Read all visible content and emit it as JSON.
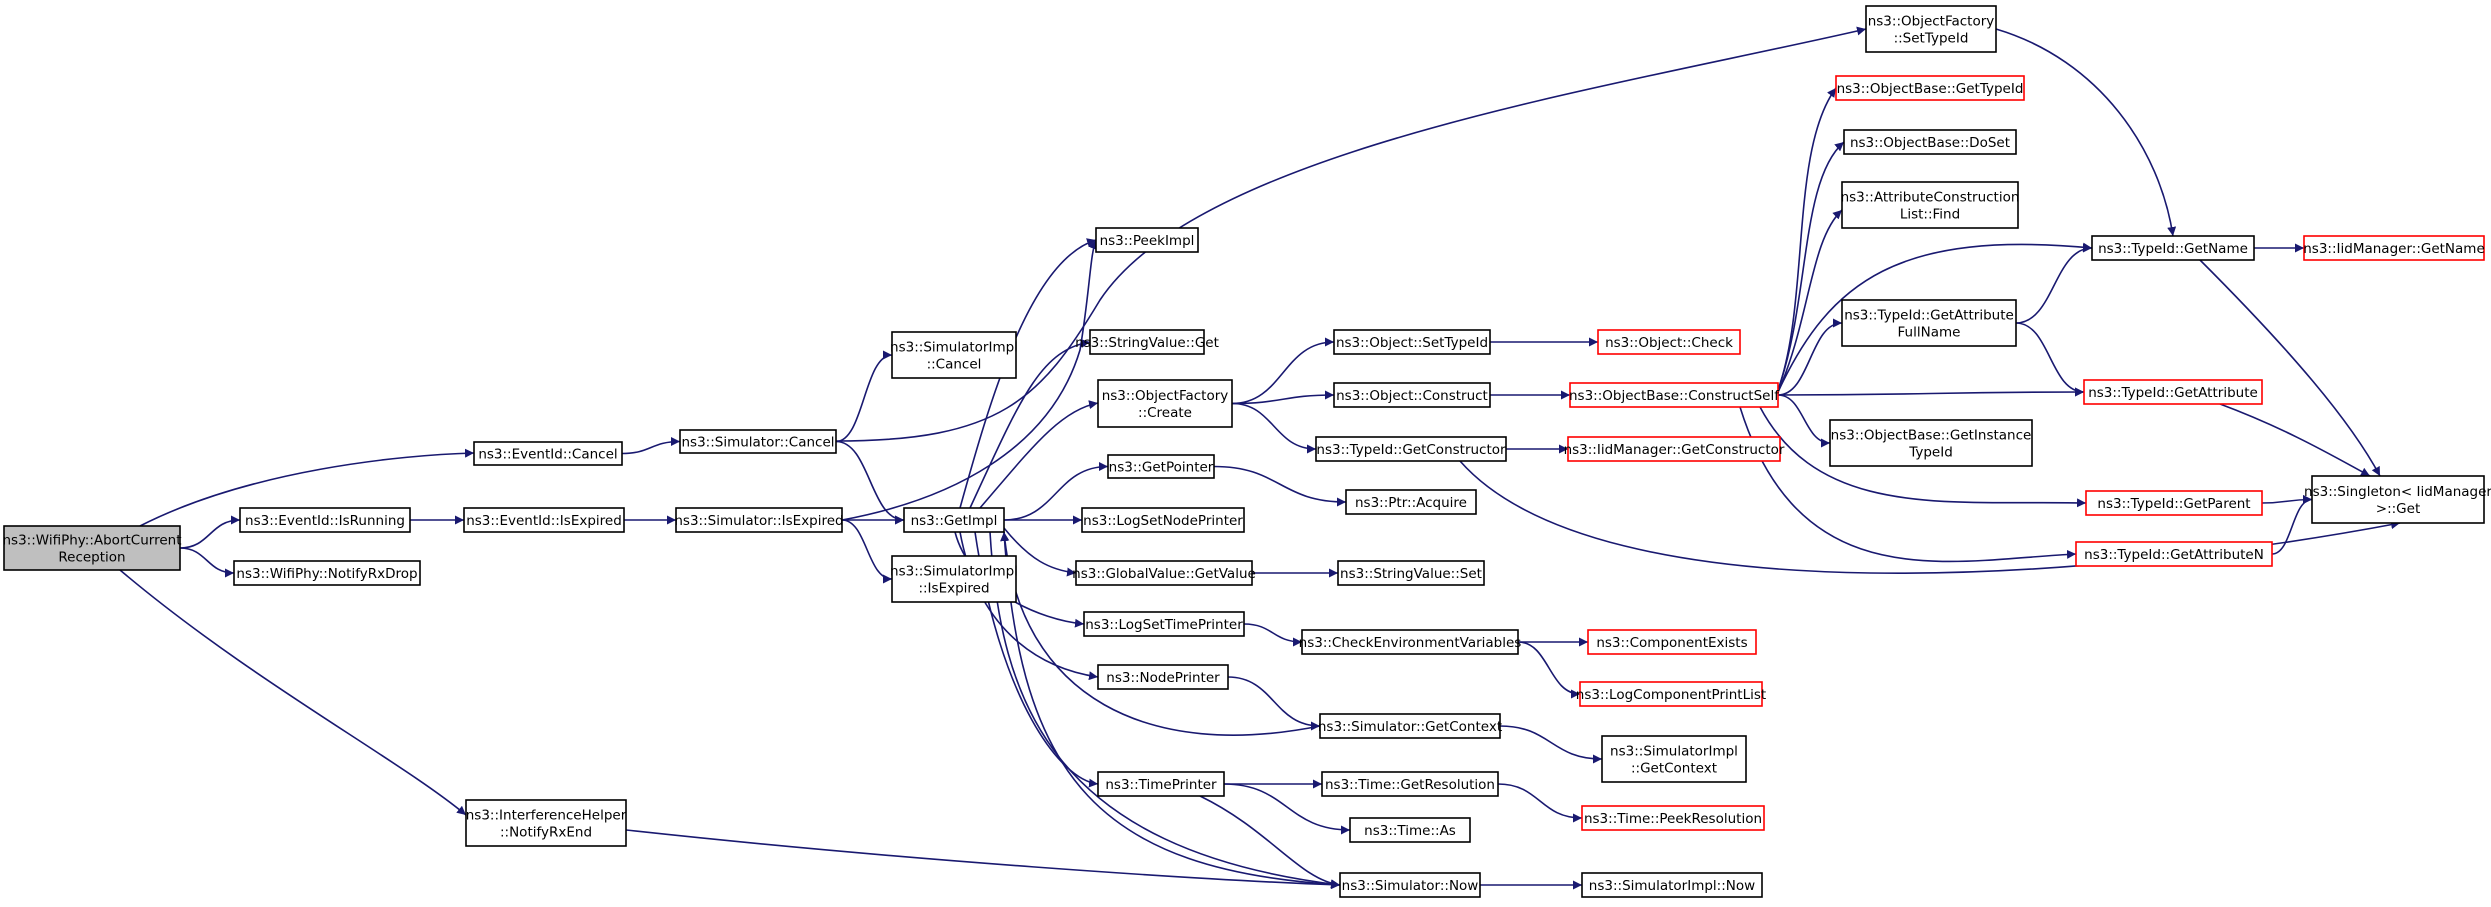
{
  "colors": {
    "edge": "#191970",
    "node_border_normal": "#000000",
    "node_border_truncated": "#ff0000",
    "node_fill_root": "#bfbfbf",
    "node_fill": "#ffffff"
  },
  "nodes": [
    {
      "id": "root",
      "lines": [
        "ns3::WifiPhy::AbortCurrent",
        "Reception"
      ],
      "style": "root"
    },
    {
      "id": "evCancel",
      "lines": [
        "ns3::EventId::Cancel"
      ],
      "style": "normal"
    },
    {
      "id": "evRunning",
      "lines": [
        "ns3::EventId::IsRunning"
      ],
      "style": "normal"
    },
    {
      "id": "notifyRxDrop",
      "lines": [
        "ns3::WifiPhy::NotifyRxDrop"
      ],
      "style": "normal"
    },
    {
      "id": "ihNotify",
      "lines": [
        "ns3::InterferenceHelper",
        "::NotifyRxEnd"
      ],
      "style": "normal"
    },
    {
      "id": "evExpired",
      "lines": [
        "ns3::EventId::IsExpired"
      ],
      "style": "normal"
    },
    {
      "id": "simCancel",
      "lines": [
        "ns3::Simulator::Cancel"
      ],
      "style": "normal"
    },
    {
      "id": "simIsExpired",
      "lines": [
        "ns3::Simulator::IsExpired"
      ],
      "style": "normal"
    },
    {
      "id": "simImplCancel",
      "lines": [
        "ns3::SimulatorImpl",
        "::Cancel"
      ],
      "style": "normal"
    },
    {
      "id": "getImpl",
      "lines": [
        "ns3::GetImpl"
      ],
      "style": "normal"
    },
    {
      "id": "simImplIsExpired",
      "lines": [
        "ns3::SimulatorImpl",
        "::IsExpired"
      ],
      "style": "normal"
    },
    {
      "id": "peekImpl",
      "lines": [
        "ns3::PeekImpl"
      ],
      "style": "normal"
    },
    {
      "id": "strValGet",
      "lines": [
        "ns3::StringValue::Get"
      ],
      "style": "normal"
    },
    {
      "id": "objFactCreate",
      "lines": [
        "ns3::ObjectFactory",
        "::Create"
      ],
      "style": "normal"
    },
    {
      "id": "getPointer",
      "lines": [
        "ns3::GetPointer"
      ],
      "style": "normal"
    },
    {
      "id": "logSetNode",
      "lines": [
        "ns3::LogSetNodePrinter"
      ],
      "style": "normal"
    },
    {
      "id": "gvGetValue",
      "lines": [
        "ns3::GlobalValue::GetValue"
      ],
      "style": "normal"
    },
    {
      "id": "logSetTime",
      "lines": [
        "ns3::LogSetTimePrinter"
      ],
      "style": "normal"
    },
    {
      "id": "nodePrinter",
      "lines": [
        "ns3::NodePrinter"
      ],
      "style": "normal"
    },
    {
      "id": "timePrinter",
      "lines": [
        "ns3::TimePrinter"
      ],
      "style": "normal"
    },
    {
      "id": "objSetTypeId",
      "lines": [
        "ns3::Object::SetTypeId"
      ],
      "style": "normal"
    },
    {
      "id": "objConstruct",
      "lines": [
        "ns3::Object::Construct"
      ],
      "style": "normal"
    },
    {
      "id": "tidGetCtor",
      "lines": [
        "ns3::TypeId::GetConstructor"
      ],
      "style": "normal"
    },
    {
      "id": "ptrAcquire",
      "lines": [
        "ns3::Ptr::Acquire"
      ],
      "style": "normal"
    },
    {
      "id": "strValSet",
      "lines": [
        "ns3::StringValue::Set"
      ],
      "style": "normal"
    },
    {
      "id": "checkEnv",
      "lines": [
        "ns3::CheckEnvironmentVariables"
      ],
      "style": "normal"
    },
    {
      "id": "simGetCtx",
      "lines": [
        "ns3::Simulator::GetContext"
      ],
      "style": "normal"
    },
    {
      "id": "timeGetRes",
      "lines": [
        "ns3::Time::GetResolution"
      ],
      "style": "normal"
    },
    {
      "id": "timeAs",
      "lines": [
        "ns3::Time::As"
      ],
      "style": "normal"
    },
    {
      "id": "simNow",
      "lines": [
        "ns3::Simulator::Now"
      ],
      "style": "normal"
    },
    {
      "id": "ofSetTypeId",
      "lines": [
        "ns3::ObjectFactory",
        "::SetTypeId"
      ],
      "style": "normal"
    },
    {
      "id": "objCheck",
      "lines": [
        "ns3::Object::Check"
      ],
      "style": "truncated"
    },
    {
      "id": "obConstructSelf",
      "lines": [
        "ns3::ObjectBase::ConstructSelf"
      ],
      "style": "truncated"
    },
    {
      "id": "iidGetCtor",
      "lines": [
        "ns3::IidManager::GetConstructor"
      ],
      "style": "truncated"
    },
    {
      "id": "compExists",
      "lines": [
        "ns3::ComponentExists"
      ],
      "style": "truncated"
    },
    {
      "id": "logCompPrint",
      "lines": [
        "ns3::LogComponentPrintList"
      ],
      "style": "truncated"
    },
    {
      "id": "simImplGetCtx",
      "lines": [
        "ns3::SimulatorImpl",
        "::GetContext"
      ],
      "style": "normal"
    },
    {
      "id": "timePeekRes",
      "lines": [
        "ns3::Time::PeekResolution"
      ],
      "style": "truncated"
    },
    {
      "id": "simImplNow",
      "lines": [
        "ns3::SimulatorImpl::Now"
      ],
      "style": "normal"
    },
    {
      "id": "obGetTypeId",
      "lines": [
        "ns3::ObjectBase::GetTypeId"
      ],
      "style": "truncated"
    },
    {
      "id": "obDoSet",
      "lines": [
        "ns3::ObjectBase::DoSet"
      ],
      "style": "normal"
    },
    {
      "id": "acListFind",
      "lines": [
        "ns3::AttributeConstruction",
        "List::Find"
      ],
      "style": "normal"
    },
    {
      "id": "tidGetAttrFull",
      "lines": [
        "ns3::TypeId::GetAttribute",
        "FullName"
      ],
      "style": "normal"
    },
    {
      "id": "obGetInstTid",
      "lines": [
        "ns3::ObjectBase::GetInstance",
        "TypeId"
      ],
      "style": "normal"
    },
    {
      "id": "tidGetName",
      "lines": [
        "ns3::TypeId::GetName"
      ],
      "style": "normal"
    },
    {
      "id": "tidGetAttr",
      "lines": [
        "ns3::TypeId::GetAttribute"
      ],
      "style": "truncated"
    },
    {
      "id": "tidGetParent",
      "lines": [
        "ns3::TypeId::GetParent"
      ],
      "style": "truncated"
    },
    {
      "id": "tidGetAttrN",
      "lines": [
        "ns3::TypeId::GetAttributeN"
      ],
      "style": "truncated"
    },
    {
      "id": "iidGetName",
      "lines": [
        "ns3::IidManager::GetName"
      ],
      "style": "truncated"
    },
    {
      "id": "singletonGet",
      "lines": [
        "ns3::Singleton< IidManager",
        ">::Get"
      ],
      "style": "normal"
    }
  ],
  "edges": [
    [
      "root",
      "evCancel"
    ],
    [
      "root",
      "evRunning"
    ],
    [
      "root",
      "notifyRxDrop"
    ],
    [
      "root",
      "ihNotify"
    ],
    [
      "evCancel",
      "simCancel"
    ],
    [
      "evRunning",
      "evExpired"
    ],
    [
      "evExpired",
      "simIsExpired"
    ],
    [
      "simCancel",
      "simImplCancel"
    ],
    [
      "simCancel",
      "getImpl"
    ],
    [
      "simCancel",
      "ofSetTypeId"
    ],
    [
      "simIsExpired",
      "getImpl"
    ],
    [
      "simIsExpired",
      "simImplIsExpired"
    ],
    [
      "simIsExpired",
      "peekImpl"
    ],
    [
      "ihNotify",
      "simNow"
    ],
    [
      "getImpl",
      "peekImpl"
    ],
    [
      "getImpl",
      "strValGet"
    ],
    [
      "getImpl",
      "objFactCreate"
    ],
    [
      "getImpl",
      "getPointer"
    ],
    [
      "getImpl",
      "logSetNode"
    ],
    [
      "getImpl",
      "gvGetValue"
    ],
    [
      "getImpl",
      "logSetTime"
    ],
    [
      "getImpl",
      "nodePrinter"
    ],
    [
      "getImpl",
      "timePrinter"
    ],
    [
      "getImpl",
      "simNow"
    ],
    [
      "objFactCreate",
      "objSetTypeId"
    ],
    [
      "objFactCreate",
      "objConstruct"
    ],
    [
      "objFactCreate",
      "tidGetCtor"
    ],
    [
      "getPointer",
      "ptrAcquire"
    ],
    [
      "gvGetValue",
      "strValSet"
    ],
    [
      "logSetTime",
      "checkEnv"
    ],
    [
      "nodePrinter",
      "simGetCtx"
    ],
    [
      "timePrinter",
      "timeGetRes"
    ],
    [
      "timePrinter",
      "timeAs"
    ],
    [
      "timePrinter",
      "simNow"
    ],
    [
      "objSetTypeId",
      "objCheck"
    ],
    [
      "objConstruct",
      "obConstructSelf"
    ],
    [
      "tidGetCtor",
      "iidGetCtor"
    ],
    [
      "tidGetCtor",
      "singletonGet"
    ],
    [
      "checkEnv",
      "compExists"
    ],
    [
      "checkEnv",
      "logCompPrint"
    ],
    [
      "simGetCtx",
      "simImplGetCtx"
    ],
    [
      "simGetCtx",
      "getImpl"
    ],
    [
      "timeGetRes",
      "timePeekRes"
    ],
    [
      "simNow",
      "simImplNow"
    ],
    [
      "simNow",
      "getImpl"
    ],
    [
      "obConstructSelf",
      "obGetTypeId"
    ],
    [
      "obConstructSelf",
      "obDoSet"
    ],
    [
      "obConstructSelf",
      "acListFind"
    ],
    [
      "obConstructSelf",
      "tidGetAttrFull"
    ],
    [
      "obConstructSelf",
      "obGetInstTid"
    ],
    [
      "obConstructSelf",
      "tidGetName"
    ],
    [
      "obConstructSelf",
      "tidGetAttr"
    ],
    [
      "obConstructSelf",
      "tidGetParent"
    ],
    [
      "obConstructSelf",
      "tidGetAttrN"
    ],
    [
      "tidGetAttrFull",
      "tidGetName"
    ],
    [
      "tidGetAttrFull",
      "tidGetAttr"
    ],
    [
      "ofSetTypeId",
      "tidGetName"
    ],
    [
      "tidGetName",
      "iidGetName"
    ],
    [
      "tidGetName",
      "singletonGet"
    ],
    [
      "tidGetAttr",
      "singletonGet"
    ],
    [
      "tidGetParent",
      "singletonGet"
    ],
    [
      "tidGetAttrN",
      "singletonGet"
    ]
  ]
}
